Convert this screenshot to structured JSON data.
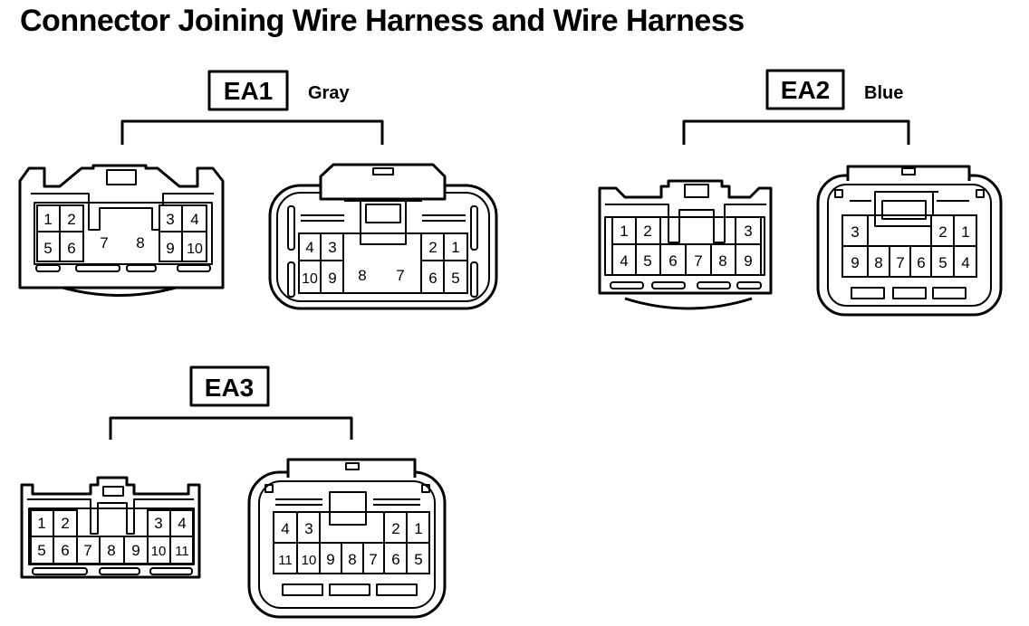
{
  "title": "Connector Joining Wire Harness and Wire Harness",
  "connectors": [
    {
      "code": "EA1",
      "color": "Gray",
      "male": {
        "top": [
          "1",
          "2",
          "3",
          "4"
        ],
        "bottom": [
          "5",
          "6",
          "7",
          "8",
          "9",
          "10"
        ]
      },
      "female": {
        "top": [
          "4",
          "3",
          "2",
          "1"
        ],
        "bottom": [
          "10",
          "9",
          "8",
          "7",
          "6",
          "5"
        ]
      }
    },
    {
      "code": "EA2",
      "color": "Blue",
      "male": {
        "top": [
          "1",
          "2",
          "3"
        ],
        "bottom": [
          "4",
          "5",
          "6",
          "7",
          "8",
          "9"
        ]
      },
      "female": {
        "top": [
          "3",
          "2",
          "1"
        ],
        "bottom": [
          "9",
          "8",
          "7",
          "6",
          "5",
          "4"
        ]
      }
    },
    {
      "code": "EA3",
      "color": "",
      "male": {
        "top": [
          "1",
          "2",
          "3",
          "4"
        ],
        "bottom": [
          "5",
          "6",
          "7",
          "8",
          "9",
          "10",
          "11"
        ]
      },
      "female": {
        "top": [
          "4",
          "3",
          "2",
          "1"
        ],
        "bottom": [
          "11",
          "10",
          "9",
          "8",
          "7",
          "6",
          "5"
        ]
      }
    }
  ]
}
